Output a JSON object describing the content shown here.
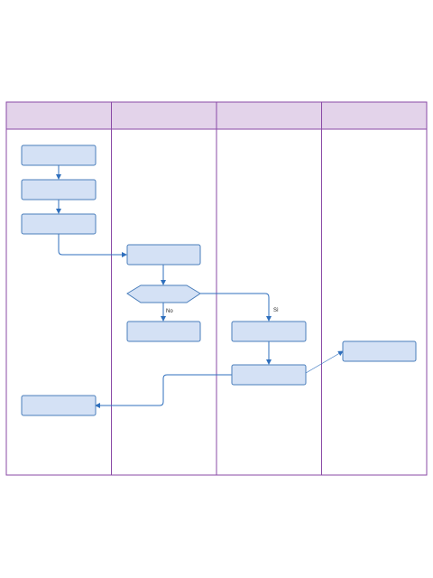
{
  "diagram": {
    "type": "swimlane-flowchart",
    "lanes": [
      {
        "id": "lane-1",
        "title": ""
      },
      {
        "id": "lane-2",
        "title": ""
      },
      {
        "id": "lane-3",
        "title": ""
      },
      {
        "id": "lane-4",
        "title": ""
      }
    ],
    "nodes": [
      {
        "id": "n1",
        "lane": 1,
        "shape": "process",
        "label": ""
      },
      {
        "id": "n2",
        "lane": 1,
        "shape": "process",
        "label": ""
      },
      {
        "id": "n3",
        "lane": 1,
        "shape": "process",
        "label": ""
      },
      {
        "id": "n4",
        "lane": 2,
        "shape": "process",
        "label": ""
      },
      {
        "id": "d1",
        "lane": 2,
        "shape": "decision",
        "label": ""
      },
      {
        "id": "n5",
        "lane": 2,
        "shape": "process",
        "label": ""
      },
      {
        "id": "n6",
        "lane": 3,
        "shape": "process",
        "label": ""
      },
      {
        "id": "n7",
        "lane": 3,
        "shape": "process",
        "label": ""
      },
      {
        "id": "n8",
        "lane": 4,
        "shape": "process",
        "label": ""
      },
      {
        "id": "n9",
        "lane": 1,
        "shape": "process",
        "label": ""
      }
    ],
    "edges": [
      {
        "from": "n1",
        "to": "n2",
        "label": ""
      },
      {
        "from": "n2",
        "to": "n3",
        "label": ""
      },
      {
        "from": "n3",
        "to": "n4",
        "label": ""
      },
      {
        "from": "n4",
        "to": "d1",
        "label": ""
      },
      {
        "from": "d1",
        "to": "n5",
        "label": "No"
      },
      {
        "from": "d1",
        "to": "n6",
        "label": "Sì"
      },
      {
        "from": "n6",
        "to": "n7",
        "label": ""
      },
      {
        "from": "n7",
        "to": "n8",
        "label": ""
      },
      {
        "from": "n7",
        "to": "n9",
        "label": ""
      }
    ],
    "colors": {
      "lane_header_fill": "#e3d3ea",
      "lane_border": "#8a4aa6",
      "node_fill": "#d4e1f5",
      "node_stroke": "#4a7ebb",
      "edge": "#2f6fbd"
    }
  }
}
